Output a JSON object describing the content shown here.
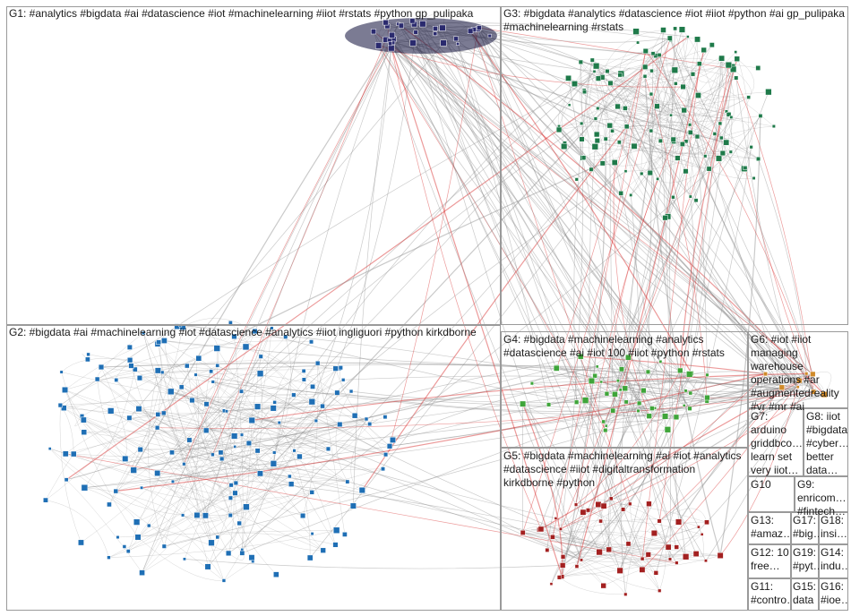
{
  "groups": [
    {
      "id": "G1",
      "label": "G1: #analytics #bigdata #ai #datascience #iot #machinelearning #iiot #rstats #python gp_pulipaka"
    },
    {
      "id": "G2",
      "label": "G2: #bigdata #ai #machinelearning #iot #datascience #analytics #iiot ingliguori #python kirkdborne"
    },
    {
      "id": "G3",
      "label": "G3: #bigdata #analytics #datascience #iot #iiot #python #ai gp_pulipaka\n#machinelearning #rstats"
    },
    {
      "id": "G4",
      "label": "G4: #bigdata #machinelearning #analytics\n#datascience #ai #iot 100 #iiot #python #rstats"
    },
    {
      "id": "G5",
      "label": "G5: #bigdata #machinelearning #ai #iot #analytics\n#datascience #iiot #digitaltransformation\nkirkdborne #python"
    },
    {
      "id": "G6",
      "label": "G6: #iot #iiot\nmanaging\nwarehouse\noperations #ar\n#augmentedreality\n#vr #mr #ai"
    },
    {
      "id": "G7",
      "label": "G7:\narduino\ngriddbco…\nlearn set\nvery iiot…"
    },
    {
      "id": "G8",
      "label": "G8: iiot\n#bigdata\n#cyber…\nbetter\ndata…"
    },
    {
      "id": "G9",
      "label": "G9:\nenricom…\n#fintech…"
    },
    {
      "id": "G10",
      "label": "G10"
    },
    {
      "id": "G11",
      "label": "G11:\n#contro…"
    },
    {
      "id": "G12",
      "label": "G12: 10\nfree…"
    },
    {
      "id": "G13",
      "label": "G13:\n#amaz…"
    },
    {
      "id": "G14",
      "label": "G14:\nindu…"
    },
    {
      "id": "G15",
      "label": "G15:\ndata"
    },
    {
      "id": "G16",
      "label": "G16:\n#ioe…"
    },
    {
      "id": "G17",
      "label": "G17:\n#big…"
    },
    {
      "id": "G18",
      "label": "G18:\ninsi…"
    },
    {
      "id": "G19",
      "label": "G19:\n#pyt…"
    }
  ],
  "colors": {
    "G1": "#2a2a6e",
    "G2": "#1f6fb5",
    "G3": "#1f7a4a",
    "G4": "#3fa53a",
    "G5": "#a32020",
    "G6": "#d08a2a",
    "edge": "#8a8a8a",
    "edge_highlight": "#d42020",
    "box_border": "#9a9a9a"
  }
}
